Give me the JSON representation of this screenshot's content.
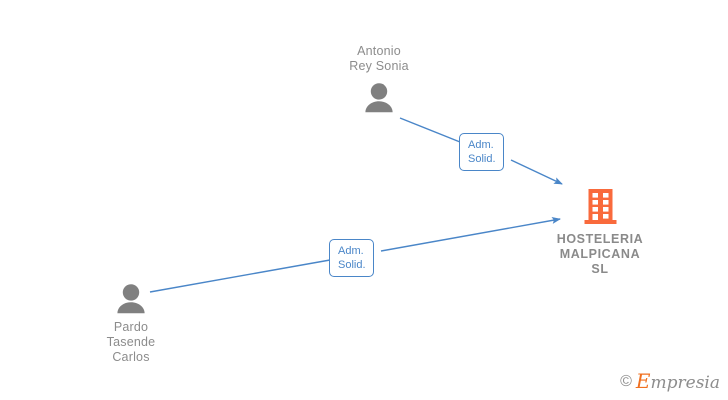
{
  "graph": {
    "background_color": "#ffffff",
    "edge_color": "#4a86c8",
    "person_color": "#808080",
    "company_color": "#f96a3c",
    "label_text_color": "#8c8c8c"
  },
  "nodes": {
    "person_1": {
      "name": "Antonio\nRey Sonia",
      "icon": "person-icon",
      "type": "person"
    },
    "person_2": {
      "name": "Pardo\nTasende\nCarlos",
      "icon": "person-icon",
      "type": "person"
    },
    "company": {
      "name": "HOSTELERIA\nMALPICANA\nSL",
      "icon": "company-building-icon",
      "type": "company"
    }
  },
  "edges": [
    {
      "id": "edge-1",
      "from": "person_1",
      "to": "company",
      "label": "Adm.\nSolid."
    },
    {
      "id": "edge-2",
      "from": "person_2",
      "to": "company",
      "label": "Adm.\nSolid."
    }
  ],
  "watermark": {
    "copyright": "©",
    "brand_initial": "E",
    "brand_rest": "mpresia"
  }
}
